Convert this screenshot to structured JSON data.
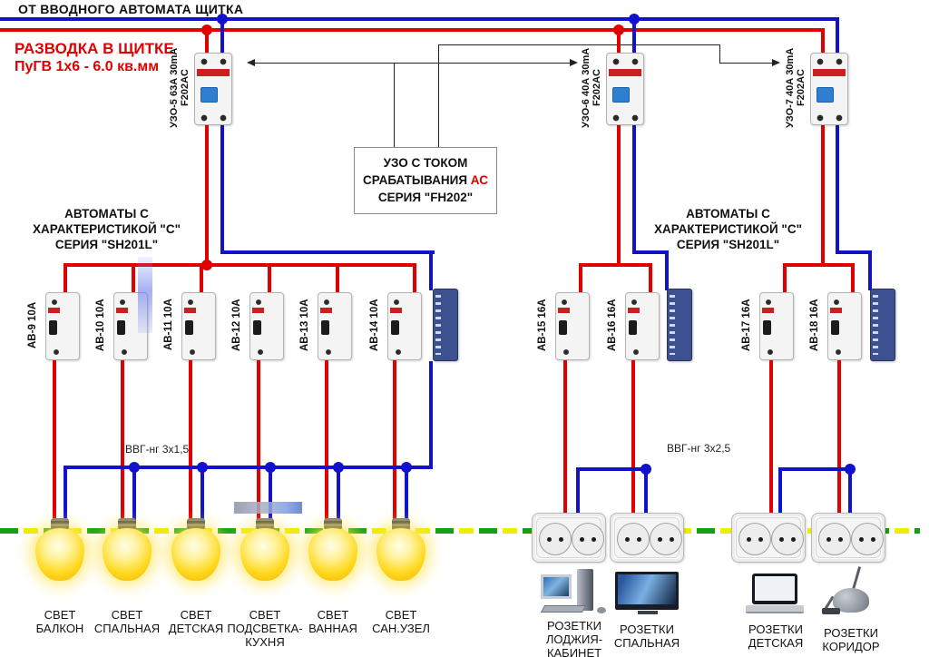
{
  "header": {
    "title": "ОТ ВВОДНОГО АВТОМАТА ЩИТКА"
  },
  "panel_note": {
    "line1": "РАЗВОДКА В ЩИТКЕ",
    "line2": "ПуГВ 1х6  - 6.0 кв.мм"
  },
  "rcd_info_box": {
    "line1": "УЗО С ТОКОМ",
    "line2_prefix": "СРАБАТЫВАНИЯ ",
    "line2_highlight": "АС",
    "line3": "СЕРИЯ \"FH202\""
  },
  "group_label": {
    "line1": "АВТОМАТЫ С",
    "line2": "ХАРАКТЕРИСТИКОЙ \"С\"",
    "line3": "СЕРИЯ \"SH201L\""
  },
  "rcds": [
    {
      "name": "УЗО-5 63А 30mA",
      "series": "F202AC"
    },
    {
      "name": "УЗО-6 40А 30mA",
      "series": "F202AC"
    },
    {
      "name": "УЗО-7 40А 30mA",
      "series": "F202AC"
    }
  ],
  "breakers": [
    {
      "label": "АВ-9 10А"
    },
    {
      "label": "АВ-10 10А"
    },
    {
      "label": "АВ-11 10А"
    },
    {
      "label": "АВ-12 10А"
    },
    {
      "label": "АВ-13 10А"
    },
    {
      "label": "АВ-14 10А"
    },
    {
      "label": "АВ-15 16А"
    },
    {
      "label": "АВ-16 16А"
    },
    {
      "label": "АВ-17 16А"
    },
    {
      "label": "АВ-18 16А"
    }
  ],
  "cables": {
    "lighting": "ВВГ-нг 3х1,5",
    "sockets": "ВВГ-нг 3х2,5"
  },
  "lights": [
    {
      "line1": "СВЕТ",
      "line2": "БАЛКОН",
      "line3": ""
    },
    {
      "line1": "СВЕТ",
      "line2": "СПАЛЬНАЯ",
      "line3": ""
    },
    {
      "line1": "СВЕТ",
      "line2": "ДЕТСКАЯ",
      "line3": ""
    },
    {
      "line1": "СВЕТ",
      "line2": "ПОДСВЕТКА-",
      "line3": "КУХНЯ"
    },
    {
      "line1": "СВЕТ",
      "line2": "ВАННАЯ",
      "line3": ""
    },
    {
      "line1": "СВЕТ",
      "line2": "САН.УЗЕЛ",
      "line3": ""
    }
  ],
  "socket_groups": [
    {
      "line1": "РОЗЕТКИ",
      "line2": "ЛОДЖИЯ-",
      "line3": "КАБИНЕТ",
      "icon": "desktop-computer-icon"
    },
    {
      "line1": "РОЗЕТКИ",
      "line2": "СПАЛЬНАЯ",
      "line3": "",
      "icon": "tv-icon"
    },
    {
      "line1": "РОЗЕТКИ",
      "line2": "ДЕТСКАЯ",
      "line3": "",
      "icon": "laptop-icon"
    },
    {
      "line1": "РОЗЕТКИ",
      "line2": "КОРИДОР",
      "line3": "",
      "icon": "vacuum-cleaner-icon"
    }
  ],
  "colors": {
    "phase_wire": "#e00000",
    "neutral_wire": "#1212cc",
    "ground_green": "#13a013",
    "ground_yellow": "#eeec00",
    "device_accent": "#cc2020",
    "rcd_toggle": "#2f7fd0",
    "busbar_comb": "#3d5190"
  }
}
